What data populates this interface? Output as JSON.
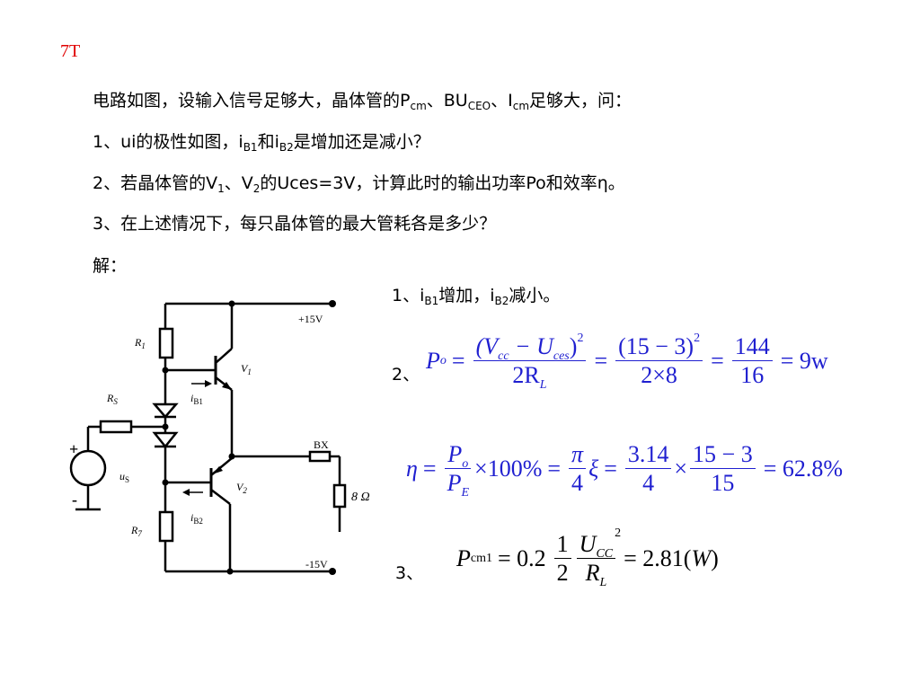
{
  "slide_label": "7T",
  "slide_label_color": "#e00000",
  "question": {
    "line0_a": "电路如图，设输入信号足够大，晶体管的P",
    "line0_sub1": "cm",
    "line0_b": "、BU",
    "line0_sub2": "CEO",
    "line0_c": "、I",
    "line0_sub3": "cm",
    "line0_d": "足够大，问：",
    "line1_a": "1、ui的极性如图，i",
    "line1_sub1": "B1",
    "line1_b": "和i",
    "line1_sub2": "B2",
    "line1_c": "是增加还是减小？",
    "line2_a": "2、若晶体管的V",
    "line2_sub1": "1",
    "line2_b": "、V",
    "line2_sub2": "2",
    "line2_c": "的Uces=3V，计算此时的输出功率Po和效率η。",
    "line3": "3、在上述情况下，每只晶体管的最大管耗各是多少？",
    "solution_label": "解："
  },
  "answers": {
    "a1_a": "1、i",
    "a1_sub1": "B1",
    "a1_b": "增加，i",
    "a1_sub2": "B2",
    "a1_c": "减小。",
    "a2_label": "2、",
    "a2": {
      "lhs": "P",
      "lhs_sub": "o",
      "eq": "=",
      "f1_num_a": "(V",
      "f1_num_sub1": "cc",
      "f1_num_b": " − U",
      "f1_num_sub2": "ces",
      "f1_num_c": ")",
      "f1_num_sup": "2",
      "f1_den_a": "2R",
      "f1_den_sub": "L",
      "f2_num": "(15 − 3)",
      "f2_num_sup": "2",
      "f2_den": "2×8",
      "f3_num": "144",
      "f3_den": "16",
      "result": "= 9w"
    },
    "eta": {
      "lhs": "η",
      "f1_num": "P",
      "f1_num_sub": "o",
      "f1_den": "P",
      "f1_den_sub": "E",
      "times100": "×100%",
      "pi": "π",
      "four": "4",
      "xi": "ξ",
      "f3_num": "3.14",
      "f3_den": "4",
      "times": "×",
      "f4_num": "15 − 3",
      "f4_den": "15",
      "result": "= 62.8%"
    },
    "a3_label": "3、",
    "a3": {
      "lhs": "P",
      "lhs_sub": "cm1",
      "eq1": "= 0.2",
      "f1_num": "1",
      "f1_den": "2",
      "f2_num": "U",
      "f2_num_sub": "CC",
      "f2_sup": "2",
      "f2_den": "R",
      "f2_den_sub": "L",
      "result_a": "= 2.81(",
      "result_b": "W",
      "result_c": ")"
    }
  },
  "circuit": {
    "vplus": "+15V",
    "vminus": "-15V",
    "r1": "R",
    "r1_sub": "1",
    "rs": "R",
    "rs_sub": "S",
    "r7": "R",
    "r7_sub": "7",
    "v1": "V",
    "v1_sub": "1",
    "v2": "V",
    "v2_sub": "2",
    "ib1": "i",
    "ib1_sub": "B1",
    "ib2": "i",
    "ib2_sub": "B2",
    "us": "u",
    "us_sub": "S",
    "plus": "+",
    "minus": "-",
    "bx": "BX",
    "load": "8 Ω"
  }
}
